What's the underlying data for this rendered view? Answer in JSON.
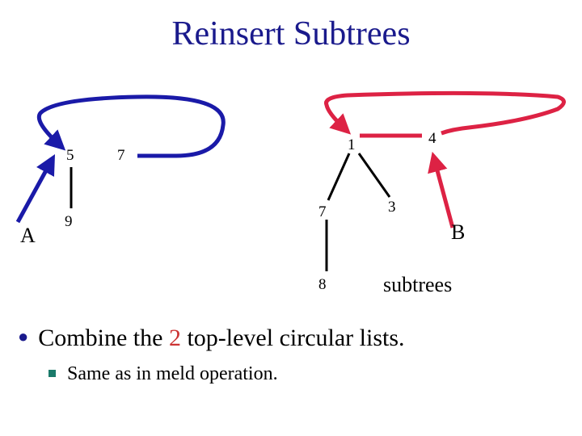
{
  "title": "Reinsert Subtrees",
  "colors": {
    "title": "#1a1a8c",
    "blue_arrow": "#1a1aa8",
    "red_arrow": "#dd2244",
    "accent": "#cc3333",
    "bullet": "#1a1a8c",
    "sub_bullet": "#1a7a6a"
  },
  "left_list": {
    "nodes": [
      "5",
      "7"
    ],
    "child": "9",
    "pointer_label": "A"
  },
  "right_list": {
    "nodes": [
      "1",
      "4"
    ],
    "children": [
      "7",
      "3"
    ],
    "grandchild": "8",
    "pointer_label": "B",
    "subtrees_label": "subtrees"
  },
  "bullet": {
    "prefix": "Combine the ",
    "count": "2",
    "suffix": " top-level circular lists."
  },
  "sub_bullet": "Same as in meld operation."
}
